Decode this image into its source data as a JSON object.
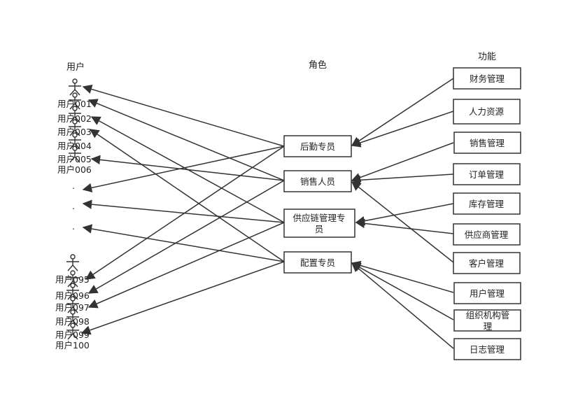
{
  "headers": {
    "users": "用户",
    "roles": "角色",
    "functions": "功能"
  },
  "users_top": [
    "用户001",
    "用户002",
    "用户003",
    "用户004",
    "用户005",
    "用户006"
  ],
  "users_bottom": [
    "用户095",
    "用户096",
    "用户097",
    "用户098",
    "用户099",
    "用户100"
  ],
  "ellipsis": ".",
  "roles": [
    "后勤专员",
    "销售人员",
    "供应链管理专员",
    "配置专员"
  ],
  "roles_wrapped": {
    "供应链管理专员": [
      "供应链管理专",
      "员"
    ]
  },
  "functions": [
    "财务管理",
    "人力资源",
    "销售管理",
    "订单管理",
    "库存管理",
    "供应商管理",
    "客户管理",
    "用户管理",
    "组织机构管理",
    "日志管理"
  ],
  "functions_wrapped": {
    "组织机构管理": [
      "组织机构管",
      "理"
    ]
  },
  "function_to_role": [
    [
      "财务管理",
      "后勤专员"
    ],
    [
      "人力资源",
      "后勤专员"
    ],
    [
      "销售管理",
      "销售人员"
    ],
    [
      "订单管理",
      "销售人员"
    ],
    [
      "库存管理",
      "供应链管理专员"
    ],
    [
      "供应商管理",
      "供应链管理专员"
    ],
    [
      "客户管理",
      "销售人员"
    ],
    [
      "用户管理",
      "配置专员"
    ],
    [
      "组织机构管理",
      "配置专员"
    ],
    [
      "日志管理",
      "配置专员"
    ]
  ],
  "role_to_user": [
    [
      "后勤专员",
      "用户001"
    ],
    [
      "后勤专员",
      "用户095"
    ],
    [
      "后勤专员",
      "..."
    ],
    [
      "销售人员",
      "用户002"
    ],
    [
      "销售人员",
      "用户005"
    ],
    [
      "销售人员",
      "用户096"
    ],
    [
      "供应链管理专员",
      "用户003"
    ],
    [
      "供应链管理专员",
      "用户097"
    ],
    [
      "供应链管理专员",
      "..."
    ],
    [
      "配置专员",
      "用户004"
    ],
    [
      "配置专员",
      "用户099"
    ],
    [
      "配置专员",
      "..."
    ]
  ],
  "colors": {
    "line": "#333333",
    "box_fill": "#ffffff",
    "text": "#222222"
  }
}
